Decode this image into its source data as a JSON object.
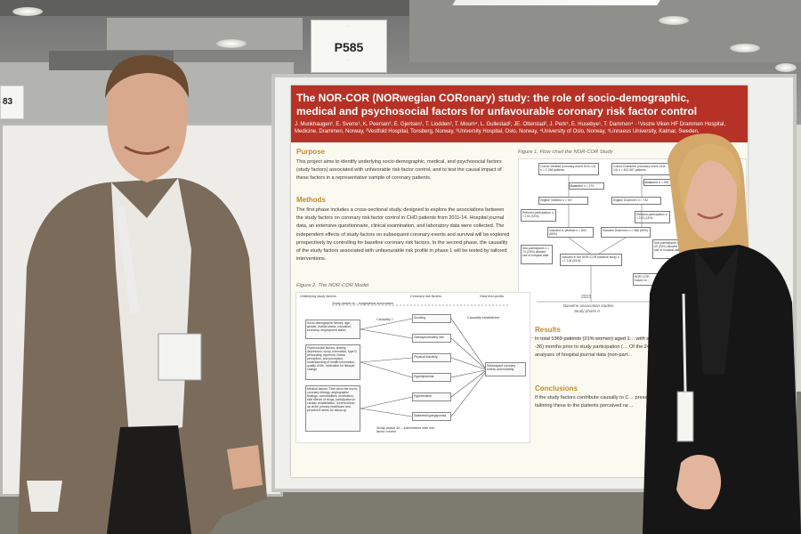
{
  "sign": {
    "top_text": "…",
    "code": "P585",
    "bottom_text": "…"
  },
  "left_sign": {
    "text": "83"
  },
  "poster": {
    "title_line1": "The NOR-COR (NORwegian CORonary) study: the role of socio-demographic,",
    "title_line2": "medical and psychosocial factors for unfavourable coronary risk factor control",
    "authors": "J. Munkhaugen¹, E. Sverre¹, K. Peersen², E. Gjertsen¹, T. Liodden², T. Moum⁴, L. Gullestad², JE. Otterstad², J. Perk⁵, E. Husebye¹, T. Dammen⁴ · ¹Vestre Viken HF Drammen Hospital, Medicine, Drammen, Norway, ²Vestfold Hospital, Tonsberg, Norway, ³University Hospital, Oslo, Norway, ⁴University of Oslo, Norway, ⁵Linnaeus University, Kalmar, Sweden,",
    "purpose_heading": "Purpose",
    "purpose_text": "This project aims to identify underlying socio-demographic, medical, and psychosocial factors (study factors) associated with unfavorable risk factor control, and to test the causal impact of these factors in a representative sample of coronary patients.",
    "methods_heading": "Methods",
    "methods_text": "The first phase includes a cross-sectional study, designed to explore the associations between the study factors on coronary risk factor control in CHD patients from 2011-14. Hospital journal data, an extensive questionnaire, clinical examination, and laboratory data were collected. The independent effects of study factors on subsequent coronary events and survival will be explored prospectively by controlling for baseline coronary risk factors. In the second phase, the causality of the study factors associated with unfavourable risk profile in phase 1 will be tested by tailored interventions.",
    "figure1_caption": "Figure 1. Flow chart the NOR-COR Study",
    "figure2_caption": "Figure 2. The NOR-COR Model",
    "results_heading": "Results",
    "results_text": "In total 1369 patients (21% women) aged 1… with a coronary event (49% NSTEMI, 30%… (2 -36) months prior to study participation (… Of the 243 patients who refused participati… analyses of hospital journal data (non-part…",
    "conclusions_heading": "Conclusions",
    "conclusions_text": "If the study factors contribute causally to C… present project may be important for the de… by tailoring these to the patients perceived ne…",
    "flow_boxes": [
      "Cohort Vestfold (coronary event 2011-14) n = 1 246 patients",
      "Cohort Drammen (coronary event 2011-14) n = 813 587 patients",
      "Excluded n = 274",
      "Excluded n = 206",
      "Eligible Vestfold n = 947",
      "Eligible Drammen n = 732",
      "Refused participation n = 141 (15%)",
      "Refused participation n = 102 (14%)",
      "Included in Vestfold n = 802 (85%)",
      "Included Drammen n = 586 (80%)",
      "Non-participants n = 74 (15%) allowed use of hospital data",
      "Non-participants n = 49 (20%) allowed use of hospital data",
      "Included in the NOR-COR baseline study n = 1 126 (81%)",
      "NOR-COR based on ..."
    ],
    "flow_year": "2015",
    "flow_bottom_label": "Baseline association studies",
    "flow_bottom_sub": "Study phase II",
    "fig2": {
      "underlying": "Underlying study factors",
      "coronary_risk": "Coronary risk factors",
      "hard_endpoints": "Hard end-points",
      "phase_ia": "Study phase IA – longitudinal association",
      "causality_label": "Causality ?",
      "causality_established": "Causality established",
      "phase_ib": "Study phase 1b – intervention with risk factor control",
      "factor_boxes": [
        "Socio-demographic factors: age, gender, marital status, education, economy, employment status",
        "Psychosocial factors: anxiety, depression, worry, rumination, type D personality, insomnia, illness perception, and perception, understanding of health information, quality of life, motivation for lifestyle change",
        "Medical factors: Time since the event, coronary etiology, angiographic findings, comorbidities, medication, side effects of drugs, participation in cardiac rehabilitation, current follow-up at the primary healthcare and perceived needs for follow-up"
      ],
      "risk_boxes": [
        "Smoking",
        "Obesity/unhealthy diet",
        "Physical inactivity",
        "Hyperlipidemia",
        "Hypertension",
        "Diabetes/hyperglycemia"
      ],
      "outcome_box": "Subsequent coronary events and mortality"
    }
  }
}
